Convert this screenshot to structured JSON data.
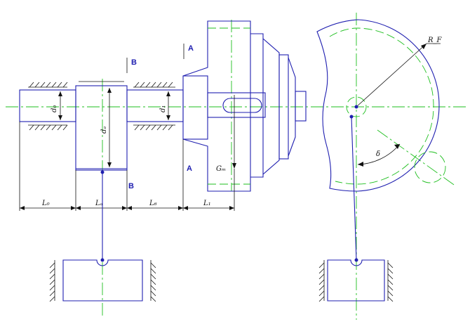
{
  "labels": {
    "section_b_top": "B",
    "section_b_bottom": "B",
    "section_a_top": "A",
    "section_a_bottom": "A",
    "d0": "d₀",
    "dA": "dₐ",
    "d1": "d₁",
    "L0": "L₀",
    "LA": "Lₐ",
    "L6": "L₆",
    "L1": "L₁",
    "GM": "Gₘ",
    "RF": "R_F",
    "delta": "δ"
  },
  "colors": {
    "part_outline": "#1f1fb0",
    "axis": "#1fbf1f",
    "dimension": "#111111"
  }
}
